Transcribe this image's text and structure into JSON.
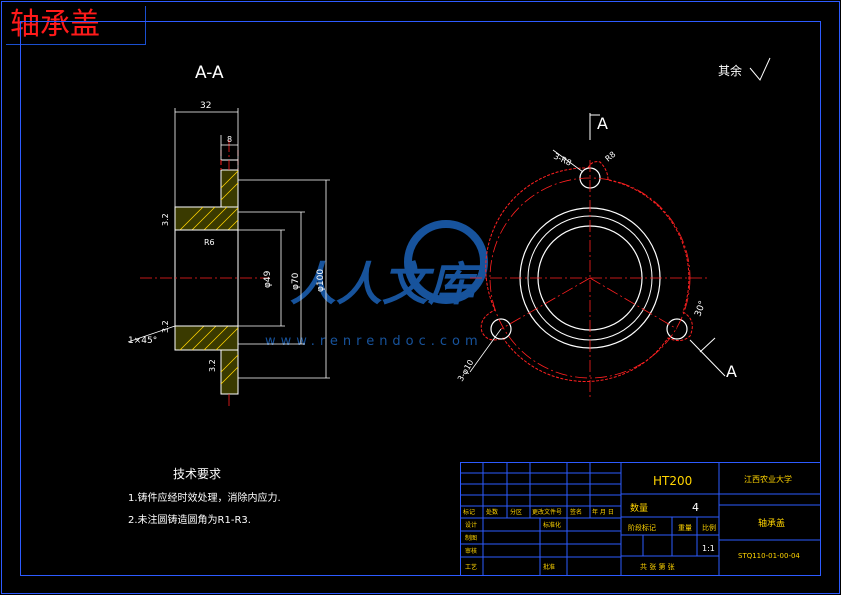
{
  "title": "轴承盖",
  "section_label": "A-A",
  "surface_note": "其余",
  "dims": {
    "width_32": "32",
    "width_8": "8",
    "r6": "R6",
    "d49": "φ49",
    "d70": "φ70",
    "d100": "φ100",
    "chamfer": "1×45°",
    "rough_a": "3.2",
    "rough_b": "3.2",
    "rough_c": "3.2",
    "r8_left": "3-R8",
    "r8_right": "R8",
    "hole": "3-φ10",
    "angle": "30°",
    "cut_a_top": "A",
    "cut_a_bottom": "A"
  },
  "tech": {
    "heading": "技术要求",
    "line1": "1.铸件应经时效处理，消除内应力.",
    "line2": "2.未注圆铸造圆角为R1-R3."
  },
  "title_block": {
    "material": "HT200",
    "school": "江西农业大学",
    "qty_label": "数量",
    "qty": "4",
    "part_name": "轴承盖",
    "stage_label": "阶段标记",
    "weight_label": "重量",
    "scale_label": "比例",
    "scale": "1:1",
    "drawing_no": "STQ110-01-00-04",
    "sheets": "共    张  第    张",
    "row_mark": "标记",
    "row_count": "处数",
    "row_zone": "分区",
    "row_doc": "更改文件号",
    "row_sign": "签名",
    "row_date": "年 月 日",
    "design": "设计",
    "standard": "标准化",
    "draw": "制图",
    "check": "审核",
    "craft": "工艺",
    "approve": "批准"
  },
  "watermark": {
    "brand": "人人文库",
    "url": "www.renrendoc.com"
  },
  "colors": {
    "frame": "#2d5bff",
    "line": "#ffffff",
    "center": "#ff2020",
    "hatch": "#ffd400",
    "dim": "#ffffff",
    "watermark": "#1f6fd1"
  }
}
